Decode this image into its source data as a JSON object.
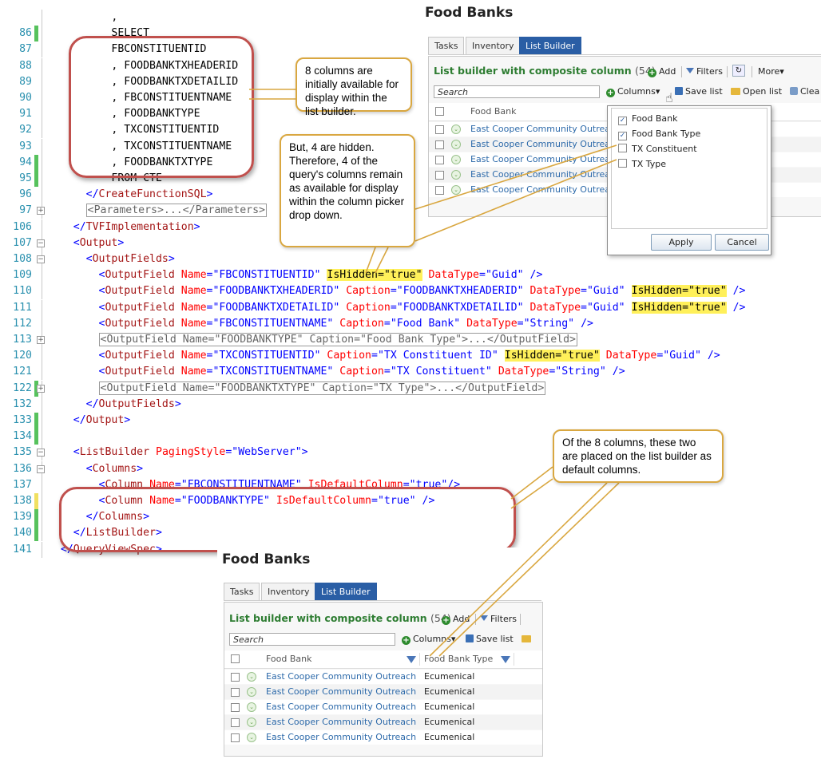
{
  "code_lines": [
    {
      "ln": "",
      "marker": "",
      "fold": "",
      "segs": [
        {
          "t": "          ,",
          "c": "sql"
        }
      ]
    },
    {
      "ln": "86",
      "marker": "green",
      "fold": "",
      "segs": [
        {
          "t": "          SELECT",
          "c": "sql"
        }
      ]
    },
    {
      "ln": "87",
      "marker": "",
      "fold": "",
      "segs": [
        {
          "t": "          FBCONSTITUENTID",
          "c": "sql"
        }
      ]
    },
    {
      "ln": "88",
      "marker": "",
      "fold": "",
      "segs": [
        {
          "t": "          , FOODBANKTXHEADERID",
          "c": "sql"
        }
      ]
    },
    {
      "ln": "89",
      "marker": "",
      "fold": "",
      "segs": [
        {
          "t": "          , FOODBANKTXDETAILID",
          "c": "sql"
        }
      ]
    },
    {
      "ln": "90",
      "marker": "",
      "fold": "",
      "segs": [
        {
          "t": "          , FBCONSTITUENTNAME",
          "c": "sql"
        }
      ]
    },
    {
      "ln": "91",
      "marker": "",
      "fold": "",
      "segs": [
        {
          "t": "          , FOODBANKTYPE",
          "c": "sql"
        }
      ]
    },
    {
      "ln": "92",
      "marker": "",
      "fold": "",
      "segs": [
        {
          "t": "          , TXCONSTITUENTID",
          "c": "sql"
        }
      ]
    },
    {
      "ln": "93",
      "marker": "",
      "fold": "",
      "segs": [
        {
          "t": "          , TXCONSTITUENTNAME",
          "c": "sql"
        }
      ]
    },
    {
      "ln": "94",
      "marker": "green",
      "fold": "",
      "segs": [
        {
          "t": "          , FOODBANKTXTYPE",
          "c": "sql"
        }
      ]
    },
    {
      "ln": "95",
      "marker": "green",
      "fold": "",
      "segs": [
        {
          "t": "          FROM CTE",
          "c": "sql"
        }
      ]
    },
    {
      "ln": "96",
      "marker": "",
      "fold": "",
      "segs": [
        {
          "t": "      ",
          "c": "plain"
        },
        {
          "t": "</",
          "c": "punc"
        },
        {
          "t": "CreateFunctionSQL",
          "c": "tag"
        },
        {
          "t": ">",
          "c": "punc"
        }
      ]
    },
    {
      "ln": "97",
      "marker": "",
      "fold": "+",
      "segs": [
        {
          "t": "      ",
          "c": "plain"
        },
        {
          "t": "<Parameters>...</Parameters>",
          "c": "collapsed"
        }
      ]
    },
    {
      "ln": "106",
      "marker": "",
      "fold": "",
      "segs": [
        {
          "t": "    ",
          "c": "plain"
        },
        {
          "t": "</",
          "c": "punc"
        },
        {
          "t": "TVFImplementation",
          "c": "tag"
        },
        {
          "t": ">",
          "c": "punc"
        }
      ]
    },
    {
      "ln": "107",
      "marker": "",
      "fold": "-",
      "segs": [
        {
          "t": "    ",
          "c": "plain"
        },
        {
          "t": "<",
          "c": "punc"
        },
        {
          "t": "Output",
          "c": "tag"
        },
        {
          "t": ">",
          "c": "punc"
        }
      ]
    },
    {
      "ln": "108",
      "marker": "",
      "fold": "-",
      "segs": [
        {
          "t": "      ",
          "c": "plain"
        },
        {
          "t": "<",
          "c": "punc"
        },
        {
          "t": "OutputFields",
          "c": "tag"
        },
        {
          "t": ">",
          "c": "punc"
        }
      ]
    },
    {
      "ln": "109",
      "marker": "",
      "fold": "",
      "segs": [
        {
          "t": "        ",
          "c": "plain"
        },
        {
          "t": "<",
          "c": "punc"
        },
        {
          "t": "OutputField",
          "c": "tag"
        },
        {
          "t": " Name",
          "c": "attr"
        },
        {
          "t": "=",
          "c": "punc"
        },
        {
          "t": "\"FBCONSTITUENTID\"",
          "c": "val"
        },
        {
          "t": " ",
          "c": "plain"
        },
        {
          "t": "IsHidden=\"true\"",
          "c": "hl"
        },
        {
          "t": " DataType",
          "c": "attr"
        },
        {
          "t": "=",
          "c": "punc"
        },
        {
          "t": "\"Guid\"",
          "c": "val"
        },
        {
          "t": " />",
          "c": "punc"
        }
      ]
    },
    {
      "ln": "110",
      "marker": "",
      "fold": "",
      "segs": [
        {
          "t": "        ",
          "c": "plain"
        },
        {
          "t": "<",
          "c": "punc"
        },
        {
          "t": "OutputField",
          "c": "tag"
        },
        {
          "t": " Name",
          "c": "attr"
        },
        {
          "t": "=",
          "c": "punc"
        },
        {
          "t": "\"FOODBANKTXHEADERID\"",
          "c": "val"
        },
        {
          "t": " Caption",
          "c": "attr"
        },
        {
          "t": "=",
          "c": "punc"
        },
        {
          "t": "\"FOODBANKTXHEADERID\"",
          "c": "val"
        },
        {
          "t": " DataType",
          "c": "attr"
        },
        {
          "t": "=",
          "c": "punc"
        },
        {
          "t": "\"Guid\"",
          "c": "val"
        },
        {
          "t": " ",
          "c": "plain"
        },
        {
          "t": "IsHidden=\"true\"",
          "c": "hl"
        },
        {
          "t": " />",
          "c": "punc"
        }
      ]
    },
    {
      "ln": "111",
      "marker": "",
      "fold": "",
      "segs": [
        {
          "t": "        ",
          "c": "plain"
        },
        {
          "t": "<",
          "c": "punc"
        },
        {
          "t": "OutputField",
          "c": "tag"
        },
        {
          "t": " Name",
          "c": "attr"
        },
        {
          "t": "=",
          "c": "punc"
        },
        {
          "t": "\"FOODBANKTXDETAILID\"",
          "c": "val"
        },
        {
          "t": " Caption",
          "c": "attr"
        },
        {
          "t": "=",
          "c": "punc"
        },
        {
          "t": "\"FOODBANKTXDETAILID\"",
          "c": "val"
        },
        {
          "t": " DataType",
          "c": "attr"
        },
        {
          "t": "=",
          "c": "punc"
        },
        {
          "t": "\"Guid\"",
          "c": "val"
        },
        {
          "t": " ",
          "c": "plain"
        },
        {
          "t": "IsHidden=\"true\"",
          "c": "hl"
        },
        {
          "t": " />",
          "c": "punc"
        }
      ]
    },
    {
      "ln": "112",
      "marker": "",
      "fold": "",
      "segs": [
        {
          "t": "        ",
          "c": "plain"
        },
        {
          "t": "<",
          "c": "punc"
        },
        {
          "t": "OutputField",
          "c": "tag"
        },
        {
          "t": " Name",
          "c": "attr"
        },
        {
          "t": "=",
          "c": "punc"
        },
        {
          "t": "\"FBCONSTITUENTNAME\"",
          "c": "val"
        },
        {
          "t": " Caption",
          "c": "attr"
        },
        {
          "t": "=",
          "c": "punc"
        },
        {
          "t": "\"Food Bank\"",
          "c": "val"
        },
        {
          "t": " DataType",
          "c": "attr"
        },
        {
          "t": "=",
          "c": "punc"
        },
        {
          "t": "\"String\"",
          "c": "val"
        },
        {
          "t": " />",
          "c": "punc"
        }
      ]
    },
    {
      "ln": "113",
      "marker": "",
      "fold": "+",
      "segs": [
        {
          "t": "        ",
          "c": "plain"
        },
        {
          "t": "<OutputField Name=\"FOODBANKTYPE\" Caption=\"Food Bank Type\">...</OutputField>",
          "c": "collapsed"
        }
      ]
    },
    {
      "ln": "120",
      "marker": "",
      "fold": "",
      "segs": [
        {
          "t": "        ",
          "c": "plain"
        },
        {
          "t": "<",
          "c": "punc"
        },
        {
          "t": "OutputField",
          "c": "tag"
        },
        {
          "t": " Name",
          "c": "attr"
        },
        {
          "t": "=",
          "c": "punc"
        },
        {
          "t": "\"TXCONSTITUENTID\"",
          "c": "val"
        },
        {
          "t": " Caption",
          "c": "attr"
        },
        {
          "t": "=",
          "c": "punc"
        },
        {
          "t": "\"TX Constituent ID\"",
          "c": "val"
        },
        {
          "t": " ",
          "c": "plain"
        },
        {
          "t": "IsHidden=\"true\"",
          "c": "hl"
        },
        {
          "t": " DataType",
          "c": "attr"
        },
        {
          "t": "=",
          "c": "punc"
        },
        {
          "t": "\"Guid\"",
          "c": "val"
        },
        {
          "t": " />",
          "c": "punc"
        }
      ]
    },
    {
      "ln": "121",
      "marker": "",
      "fold": "",
      "segs": [
        {
          "t": "        ",
          "c": "plain"
        },
        {
          "t": "<",
          "c": "punc"
        },
        {
          "t": "OutputField",
          "c": "tag"
        },
        {
          "t": " Name",
          "c": "attr"
        },
        {
          "t": "=",
          "c": "punc"
        },
        {
          "t": "\"TXCONSTITUENTNAME\"",
          "c": "val"
        },
        {
          "t": " Caption",
          "c": "attr"
        },
        {
          "t": "=",
          "c": "punc"
        },
        {
          "t": "\"TX Constituent\"",
          "c": "val"
        },
        {
          "t": " DataType",
          "c": "attr"
        },
        {
          "t": "=",
          "c": "punc"
        },
        {
          "t": "\"String\"",
          "c": "val"
        },
        {
          "t": " />",
          "c": "punc"
        }
      ]
    },
    {
      "ln": "122",
      "marker": "green",
      "fold": "+",
      "segs": [
        {
          "t": "        ",
          "c": "plain"
        },
        {
          "t": "<OutputField Name=\"FOODBANKTXTYPE\" Caption=\"TX Type\">...</OutputField>",
          "c": "collapsed"
        }
      ]
    },
    {
      "ln": "132",
      "marker": "",
      "fold": "",
      "segs": [
        {
          "t": "      ",
          "c": "plain"
        },
        {
          "t": "</",
          "c": "punc"
        },
        {
          "t": "OutputFields",
          "c": "tag"
        },
        {
          "t": ">",
          "c": "punc"
        }
      ]
    },
    {
      "ln": "133",
      "marker": "green",
      "fold": "",
      "segs": [
        {
          "t": "    ",
          "c": "plain"
        },
        {
          "t": "</",
          "c": "punc"
        },
        {
          "t": "Output",
          "c": "tag"
        },
        {
          "t": ">",
          "c": "punc"
        }
      ]
    },
    {
      "ln": "134",
      "marker": "green",
      "fold": "",
      "segs": []
    },
    {
      "ln": "135",
      "marker": "",
      "fold": "-",
      "segs": [
        {
          "t": "    ",
          "c": "plain"
        },
        {
          "t": "<",
          "c": "punc"
        },
        {
          "t": "ListBuilder",
          "c": "tag"
        },
        {
          "t": " PagingStyle",
          "c": "attr"
        },
        {
          "t": "=",
          "c": "punc"
        },
        {
          "t": "\"WebServer\"",
          "c": "val"
        },
        {
          "t": ">",
          "c": "punc"
        }
      ]
    },
    {
      "ln": "136",
      "marker": "",
      "fold": "-",
      "segs": [
        {
          "t": "      ",
          "c": "plain"
        },
        {
          "t": "<",
          "c": "punc"
        },
        {
          "t": "Columns",
          "c": "tag"
        },
        {
          "t": ">",
          "c": "punc"
        }
      ]
    },
    {
      "ln": "137",
      "marker": "",
      "fold": "",
      "segs": [
        {
          "t": "        ",
          "c": "plain"
        },
        {
          "t": "<",
          "c": "punc"
        },
        {
          "t": "Column",
          "c": "tag"
        },
        {
          "t": " Name",
          "c": "attr"
        },
        {
          "t": "=",
          "c": "punc"
        },
        {
          "t": "\"FBCONSTITUENTNAME\"",
          "c": "val"
        },
        {
          "t": " IsDefaultColumn",
          "c": "attr"
        },
        {
          "t": "=",
          "c": "punc"
        },
        {
          "t": "\"true\"",
          "c": "val"
        },
        {
          "t": "/>",
          "c": "punc"
        }
      ]
    },
    {
      "ln": "138",
      "marker": "yellow",
      "fold": "",
      "segs": [
        {
          "t": "        ",
          "c": "plain"
        },
        {
          "t": "<",
          "c": "punc"
        },
        {
          "t": "Column",
          "c": "tag"
        },
        {
          "t": " Name",
          "c": "attr"
        },
        {
          "t": "=",
          "c": "punc"
        },
        {
          "t": "\"FOODBANKTYPE\"",
          "c": "val"
        },
        {
          "t": " IsDefaultColumn",
          "c": "attr"
        },
        {
          "t": "=",
          "c": "punc"
        },
        {
          "t": "\"true\"",
          "c": "val"
        },
        {
          "t": " />",
          "c": "punc"
        }
      ]
    },
    {
      "ln": "139",
      "marker": "green",
      "fold": "",
      "segs": [
        {
          "t": "      ",
          "c": "plain"
        },
        {
          "t": "</",
          "c": "punc"
        },
        {
          "t": "Columns",
          "c": "tag"
        },
        {
          "t": ">",
          "c": "punc"
        }
      ]
    },
    {
      "ln": "140",
      "marker": "green",
      "fold": "",
      "segs": [
        {
          "t": "    ",
          "c": "plain"
        },
        {
          "t": "</",
          "c": "punc"
        },
        {
          "t": "ListBuilder",
          "c": "tag"
        },
        {
          "t": ">",
          "c": "punc"
        }
      ]
    },
    {
      "ln": "141",
      "marker": "",
      "fold": "",
      "segs": [
        {
          "t": "  ",
          "c": "plain"
        },
        {
          "t": "</",
          "c": "punc"
        },
        {
          "t": "QueryViewSpec",
          "c": "tag"
        },
        {
          "t": ">",
          "c": "punc"
        }
      ]
    }
  ],
  "callouts": {
    "c1": "8 columns are initially available for display within the list builder.",
    "c2": "But, 4 are hidden. Therefore,  4 of the query's columns remain as available for display within the column picker drop down.",
    "c3": "Of the 8 columns, these two are placed on the list builder as default columns."
  },
  "top_panel": {
    "title": "Food Banks",
    "tabs": [
      "Tasks",
      "Inventory",
      "List Builder"
    ],
    "header": "List builder with composite column",
    "count": "(54)",
    "add_label": "Add",
    "filters_label": "Filters",
    "more_label": "More▾",
    "search_placeholder": "Search",
    "columns_label": "Columns▾",
    "save_label": "Save list",
    "open_label": "Open list",
    "clear_label": "Clea",
    "col_header": "Food Bank",
    "rows": [
      "East Cooper Community Outreach",
      "East Cooper Community Outreach",
      "East Cooper Community Outreach",
      "East Cooper Community Outreach",
      "East Cooper Community Outreach"
    ],
    "dropdown": {
      "items": [
        {
          "label": "Food Bank",
          "checked": true
        },
        {
          "label": "Food Bank Type",
          "checked": true
        },
        {
          "label": "TX Constituent",
          "checked": false
        },
        {
          "label": "TX Type",
          "checked": false
        }
      ],
      "apply_label": "Apply",
      "cancel_label": "Cancel"
    }
  },
  "bottom_panel": {
    "title": "Food Banks",
    "tabs": [
      "Tasks",
      "Inventory",
      "List Builder"
    ],
    "header": "List builder with composite column",
    "count": "(54)",
    "add_label": "Add",
    "filters_label": "Filters",
    "search_placeholder": "Search",
    "columns_label": "Columns▾",
    "save_label": "Save list",
    "col1_header": "Food Bank",
    "col2_header": "Food Bank Type",
    "rows": [
      {
        "name": "East Cooper Community Outreach",
        "type": "Ecumenical"
      },
      {
        "name": "East Cooper Community Outreach",
        "type": "Ecumenical"
      },
      {
        "name": "East Cooper Community Outreach",
        "type": "Ecumenical"
      },
      {
        "name": "East Cooper Community Outreach",
        "type": "Ecumenical"
      },
      {
        "name": "East Cooper Community Outreach",
        "type": "Ecumenical"
      }
    ]
  }
}
